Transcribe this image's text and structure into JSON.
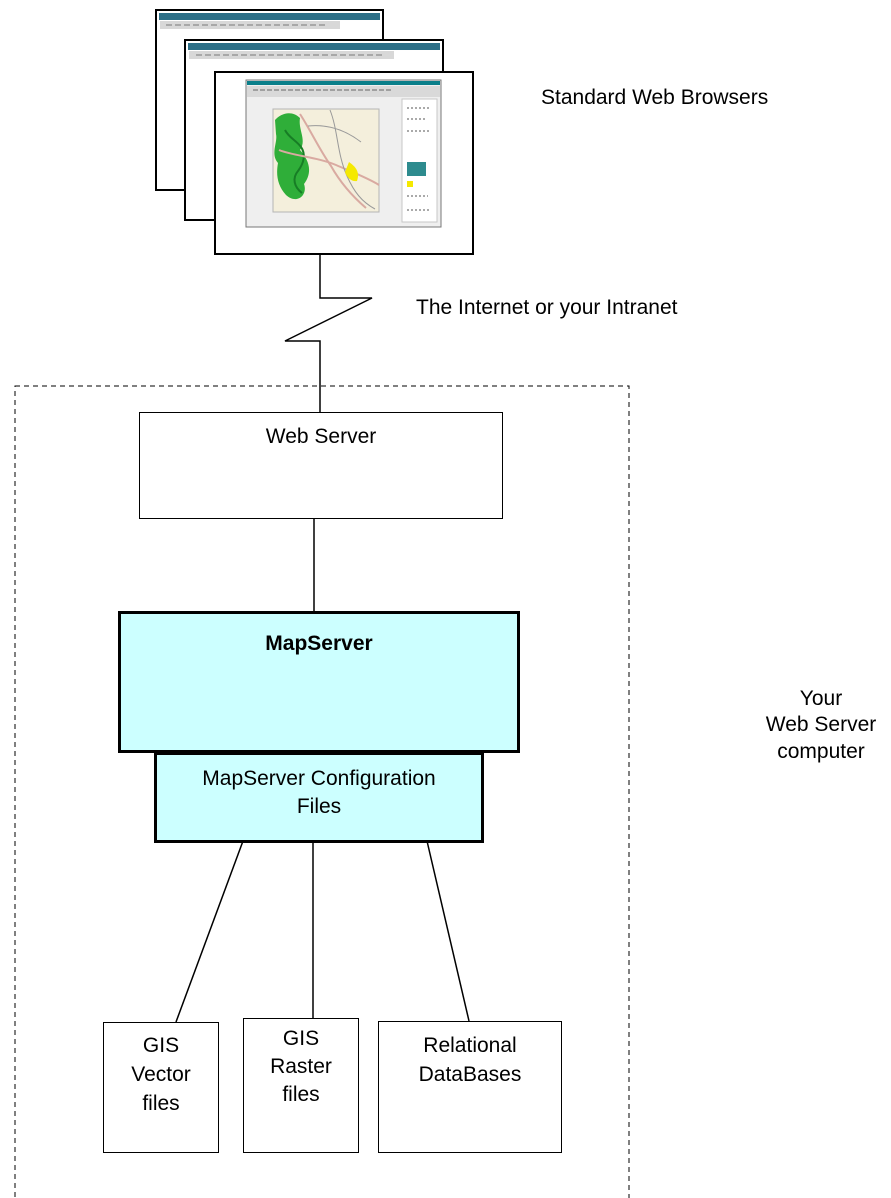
{
  "labels": {
    "browsers": "Standard Web Browsers",
    "network": "The Internet or your Intranet",
    "server_computer": "Your\nWeb Server\ncomputer"
  },
  "boxes": {
    "web_server": "Web Server",
    "mapserver": "MapServer",
    "config_files": "MapServer Configuration\nFiles",
    "gis_vector": "GIS\nVector\nfiles",
    "gis_raster": "GIS\nRaster\nfiles",
    "relational_db": "Relational\nDataBases"
  },
  "colors": {
    "mapserver_fill": "#ccffff",
    "config_fill": "#ccffff",
    "line": "#000000",
    "map_green": "#2fae39",
    "map_background": "#f4efdc",
    "titlebar": "#0a7f8a",
    "legend_accent": "#f5e900"
  },
  "icons": {
    "browser_screens": "browser-window-stack-icon",
    "map_thumbnail": "map-thumbnail-icon"
  }
}
